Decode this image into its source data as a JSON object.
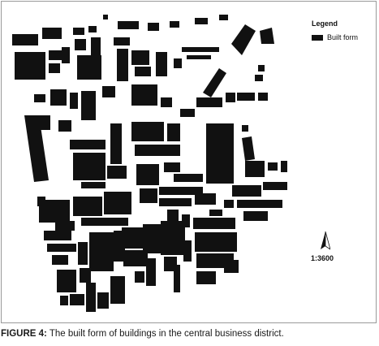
{
  "legend": {
    "title": "Legend",
    "items": [
      {
        "label": "Built form",
        "color": "#111111"
      }
    ]
  },
  "scale_label": "1:3600",
  "caption": {
    "label": "FIGURE 4:",
    "text": " The built form of buildings in the central business district."
  },
  "colors": {
    "built_form": "#111111",
    "background": "#ffffff",
    "border": "#9a9a9a"
  },
  "icons": {
    "north_arrow": "north-arrow-icon"
  }
}
